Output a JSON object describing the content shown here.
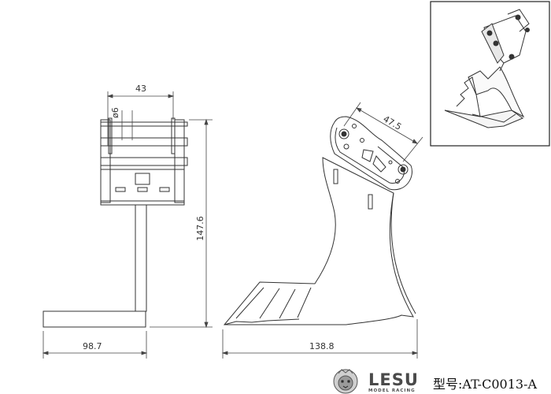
{
  "dimensions": {
    "top_width": "43",
    "pin_diameter": "ø6",
    "height": "147.6",
    "side_width": "98.7",
    "front_width": "138.8",
    "pin_spacing": "47.5"
  },
  "branding": {
    "brand_name": "LESU",
    "brand_tagline": "MODEL RACING",
    "model_label": "型号:AT-C0013-A"
  }
}
